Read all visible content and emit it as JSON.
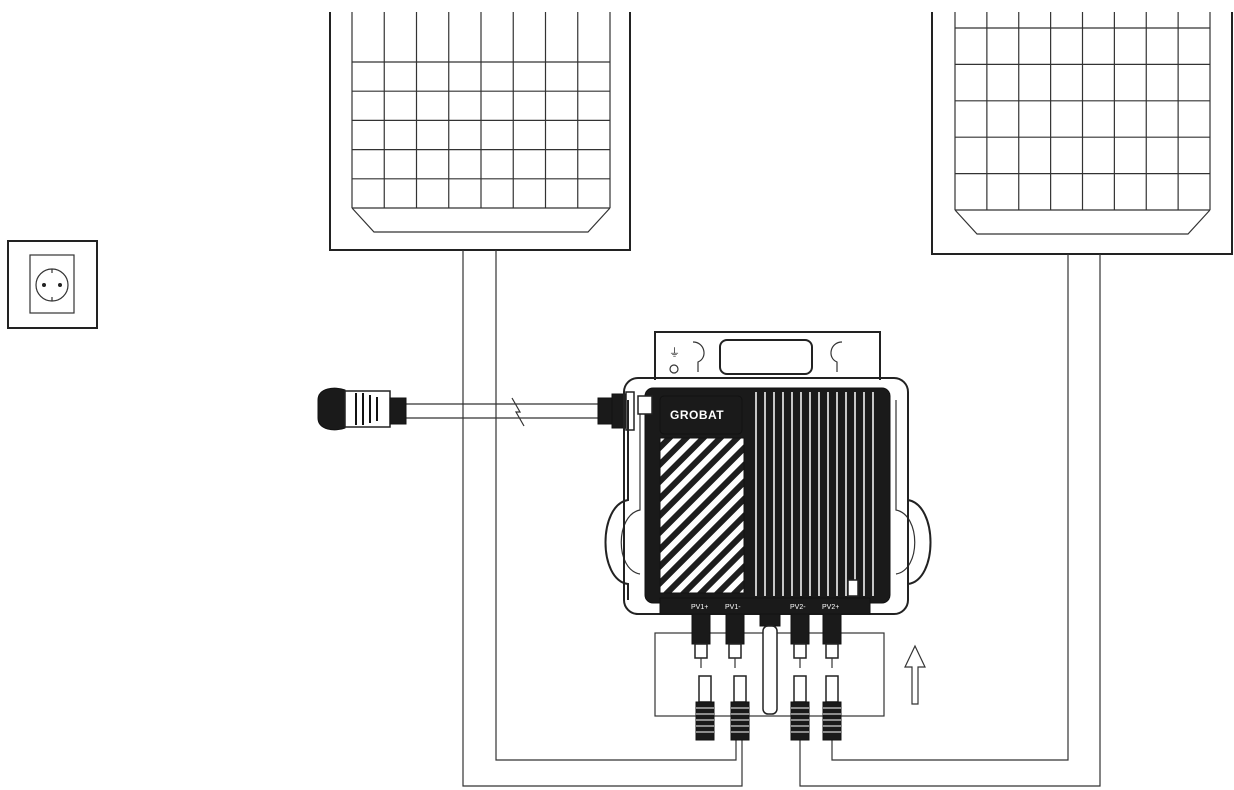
{
  "inverter": {
    "brand": "GROBAT",
    "ports": [
      "PV1+",
      "PV1-",
      "",
      "PV2-",
      "PV2+"
    ]
  }
}
